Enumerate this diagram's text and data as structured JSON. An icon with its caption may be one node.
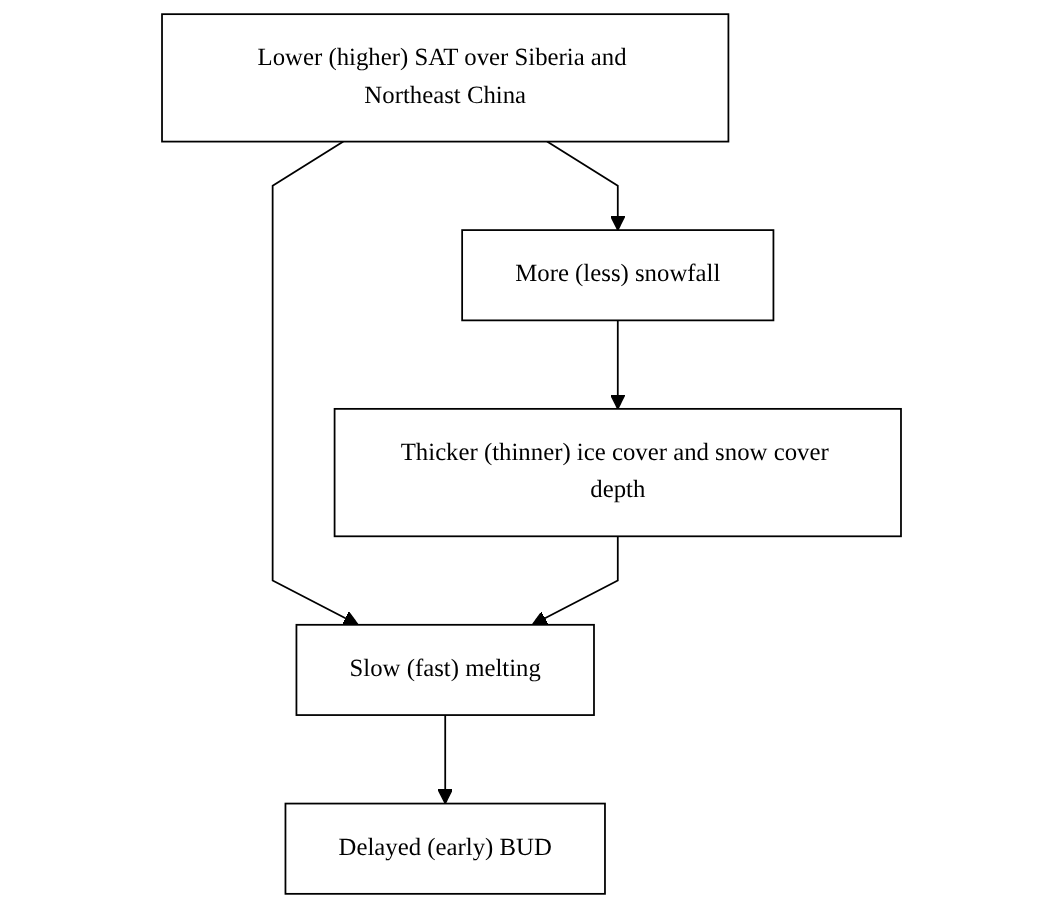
{
  "diagram": {
    "nodes": [
      {
        "text": [
          "Lower (higher) SAT over Siberia and Northeast China"
        ]
      },
      {
        "text": [
          "More (less) snowfall"
        ]
      },
      {
        "text": [
          "Thicker (thinner) ice cover and snow cover depth"
        ]
      },
      {
        "text": [
          "Slow (fast) melting"
        ]
      },
      {
        "text": [
          "Delayed (early) BUD"
        ]
      }
    ],
    "edges": [
      {
        "from": 0,
        "to": 3,
        "arrow": "to"
      },
      {
        "from": 0,
        "to": 1,
        "arrow": "to"
      },
      {
        "from": 1,
        "to": 2,
        "arrow": "to"
      },
      {
        "from": 2,
        "to": 3,
        "arrow": "to"
      },
      {
        "from": 3,
        "to": 4,
        "arrow": "to"
      }
    ]
  }
}
